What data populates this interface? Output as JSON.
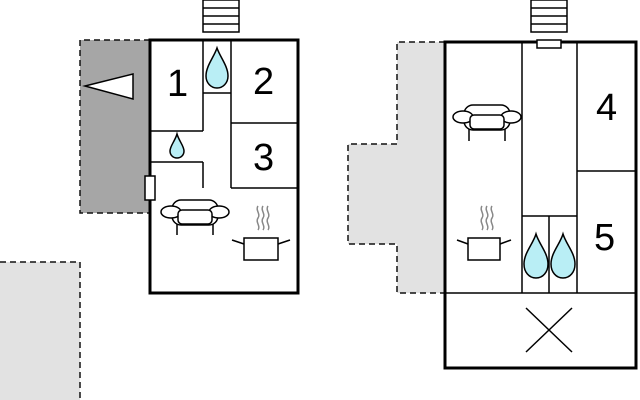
{
  "floorplan": {
    "left_plan": {
      "rooms": [
        {
          "id": "room-1",
          "label": "1"
        },
        {
          "id": "room-2",
          "label": "2"
        },
        {
          "id": "room-3",
          "label": "3"
        }
      ],
      "icons": [
        "bathroom-drop-icon",
        "shower-drop-icon",
        "sofa-icon",
        "cooking-pot-icon",
        "entrance-arrow-icon",
        "stairs-icon"
      ]
    },
    "right_plan": {
      "rooms": [
        {
          "id": "room-4",
          "label": "4"
        },
        {
          "id": "room-5",
          "label": "5"
        }
      ],
      "icons": [
        "sofa-icon",
        "cooking-pot-icon",
        "bathroom-drop-icon",
        "bathroom-drop-icon",
        "void-cross-icon",
        "stairs-icon"
      ]
    },
    "colors": {
      "wall": "#000000",
      "terrace": "#e2e2e2",
      "covered_terrace": "#a6a6a6",
      "water": "#b9eef5"
    }
  }
}
